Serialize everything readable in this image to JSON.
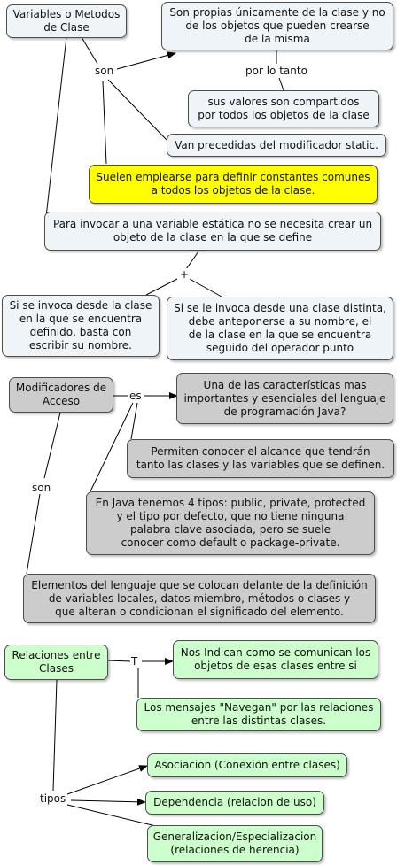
{
  "section1": {
    "root": "Variables o Metodos\nde Clase",
    "link_son": "son",
    "def_unique": "Son propias únicamente de la clase y no\nde los objetos que pueden crearse\nde la misma",
    "link_por_lo_tanto": "por lo tanto",
    "shared": "sus valores son compartidos\npor todos los objetos de la clase",
    "static_modifier": "Van precedidas del modificador static.",
    "constants": "Suelen emplearse para definir constantes comunes\na todos los objetos de la clase.",
    "invoke": "Para invocar a una variable estática no se necesita crear un\nobjeto de la clase en la que se define",
    "link_plus": "+",
    "same_class": "Si se invoca desde la clase\nen la que se encuentra\ndefinido, basta con\nescribir su nombre.",
    "other_class": "Si se le invoca desde una clase distinta,\ndebe anteponerse a su nombre, el\nde la clase en la que se encuentra\nseguido del operador punto"
  },
  "section2": {
    "root": "Modificadores de\nAcceso",
    "link_es": "es",
    "link_son": "son",
    "characteristic": "Una de las características mas\nimportantes y esenciales del lenguaje\nde programación Java?",
    "scope": "Permiten conocer el alcance que tendrán\ntanto las clases y las variables que se definen.",
    "four_types": "En Java tenemos 4 tipos: public, private, protected\ny el tipo por defecto, que no tiene ninguna\npalabra clave asociada, pero se suele\nconocer como default o package-private.",
    "elements": "Elementos del lenguaje que se colocan delante de la definición\nde variables locales, datos miembro, métodos o clases y\nque alteran o condicionan el significado del elemento."
  },
  "section3": {
    "root": "Relaciones entre\nClases",
    "link_t": "T",
    "communicate": "Nos Indican como se comunican los\nobjetos de esas clases entre si",
    "messages": "Los mensajes \"Navegan\" por las relaciones\nentre las distintas clases.",
    "link_tipos": "tipos",
    "association": "Asociacion (Conexion entre clases)",
    "dependency": "Dependencia (relacion de uso)",
    "generalization": "Generalizacion/Especializacion\n(relaciones de herencia)"
  },
  "colors": {
    "blue_node": "#eef4f8",
    "yellow_node": "#ffff00",
    "gray_node": "#cccccc",
    "green_node": "#ccffcc",
    "line": "#000000"
  }
}
